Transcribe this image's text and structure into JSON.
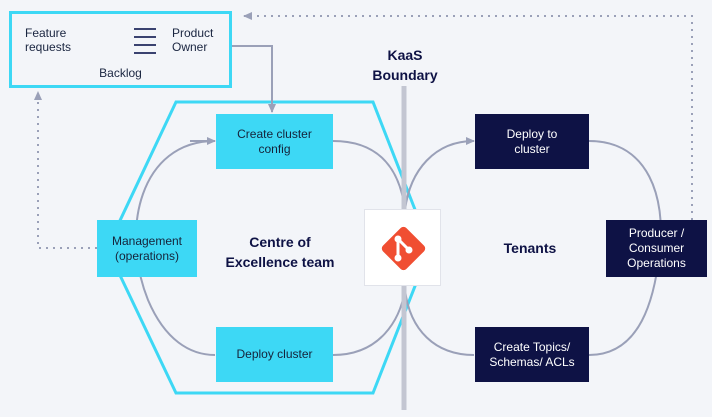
{
  "backlog": {
    "left_label": "Feature\nrequests",
    "right_label": "Product\nOwner",
    "caption": "Backlog"
  },
  "boundary": {
    "label": "KaaS\nBoundary"
  },
  "coe": {
    "title": "Centre of\nExcellence team",
    "create_config": "Create cluster\nconfig",
    "deploy_cluster": "Deploy cluster",
    "management": "Management\n(operations)"
  },
  "tenants": {
    "title": "Tenants",
    "deploy_to": "Deploy to\ncluster",
    "create_topics": "Create Topics/\nSchemas/ ACLs",
    "producer": "Producer /\nConsumer\nOperations"
  },
  "icons": {
    "center": "git-icon",
    "list": "list-icon"
  },
  "colors": {
    "cyan": "#3dd8f5",
    "navy": "#0e1245",
    "git": "#f04e32",
    "line": "#9aa0b8"
  }
}
